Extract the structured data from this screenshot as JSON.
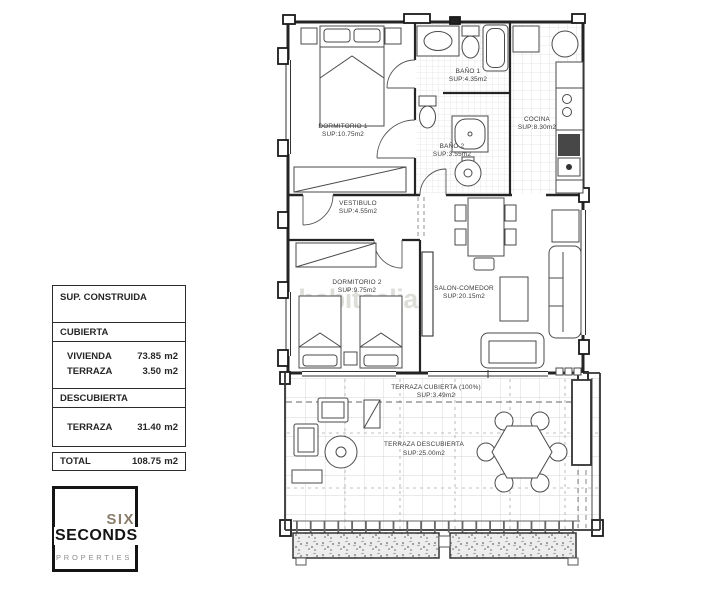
{
  "table": {
    "header": "SUP. CONSTRUIDA",
    "sections": [
      {
        "title": "CUBIERTA",
        "rows": [
          {
            "label": "VIVIENDA",
            "value": "73.85",
            "unit": "m2"
          },
          {
            "label": "TERRAZA",
            "value": "3.50",
            "unit": "m2"
          }
        ]
      },
      {
        "title": "DESCUBIERTA",
        "rows": [
          {
            "label": "TERRAZA",
            "value": "31.40",
            "unit": "m2"
          }
        ]
      }
    ],
    "total": {
      "label": "TOTAL",
      "value": "108.75",
      "unit": "m2"
    }
  },
  "logo": {
    "line1": "SIX",
    "line2": "SECONDS",
    "line3": "PROPERTIES",
    "accent_color": "#8b7d6c"
  },
  "watermark": "habitaclia",
  "plan": {
    "rooms": [
      {
        "name": "DORMITORIO 1",
        "area": "SUP:10.75m2"
      },
      {
        "name": "BAÑO 1",
        "area": "SUP:4.35m2"
      },
      {
        "name": "BAÑO 2",
        "area": "SUP:3.55m2"
      },
      {
        "name": "COCINA",
        "area": "SUP:8.30m2"
      },
      {
        "name": "VESTIBULO",
        "area": "SUP:4.55m2"
      },
      {
        "name": "DORMITORIO 2",
        "area": "SUP:9.75m2"
      },
      {
        "name": "SALON-COMEDOR",
        "area": "SUP:20.15m2"
      },
      {
        "name": "TERRAZA CUBIERTA (100%)",
        "area": "SUP:3.49m2"
      },
      {
        "name": "TERRAZA DESCUBIERTA",
        "area": "SUP:25.00m2"
      }
    ]
  }
}
